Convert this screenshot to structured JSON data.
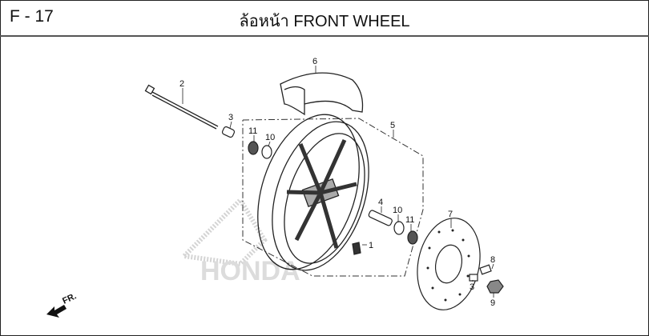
{
  "header": {
    "code": "F - 17",
    "title": "ล้อหน้า  FRONT WHEEL"
  },
  "watermark": "HONDA",
  "direction_label": "FR.",
  "callouts": [
    "6",
    "2",
    "3",
    "11",
    "10",
    "5",
    "4",
    "10",
    "11",
    "1",
    "7",
    "8",
    "3",
    "9"
  ],
  "colors": {
    "line": "#222222",
    "watermark": "#d0d0d0"
  }
}
